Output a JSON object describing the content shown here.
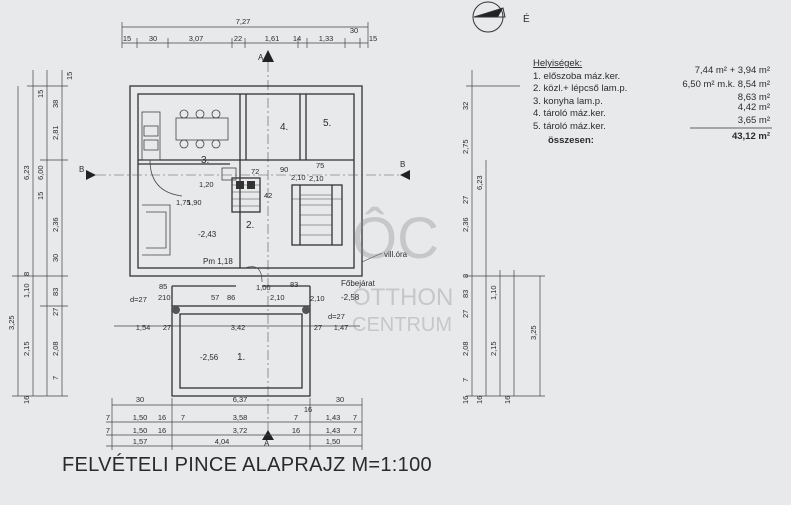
{
  "title": "FELVÉTELI PINCE ALAPRAJZ M=1:100",
  "north_label": "É",
  "watermark": {
    "brand": "ÔC",
    "line1": "OTTHON",
    "line2": "CENTRUM"
  },
  "legend": {
    "heading": "Helyiségek:",
    "rooms": [
      {
        "name": "1. előszoba máz.ker.",
        "area": "7,44 m² + 3,94 m²"
      },
      {
        "name": "2. közl.+ lépcső lam.p.",
        "area": "6,50 m² m.k. 8,54 m²"
      },
      {
        "name": "3. konyha lam.p.",
        "area": "8,63 m²"
      },
      {
        "name": "4. tároló máz.ker.",
        "area": "4,42 m²"
      },
      {
        "name": "5. tároló máz.ker.",
        "area": "3,65 m²"
      }
    ],
    "total_label": "összesen:",
    "total_value": "43,12 m²"
  },
  "rooms": {
    "r1": "1.",
    "r2": "2.",
    "r3": "3.",
    "r4": "4.",
    "r5": "5.",
    "lvl1": "-2,56",
    "lvl2": "-2,43",
    "lvl3": "-2,58",
    "pm": "Pm 1,18",
    "vill": "vill.óra",
    "main_entrance": "Főbejárat"
  },
  "section_marks": {
    "a": "A",
    "b": "B"
  },
  "top_dims": {
    "total": "7,27",
    "parts": [
      "15",
      "30",
      "3,07",
      "22",
      "1,61",
      "14",
      "1,33",
      "30",
      "15"
    ]
  },
  "bottom_dims": {
    "row1": [
      "30",
      "6,37",
      "30"
    ],
    "row2": [
      "7",
      "1,50",
      "16",
      "7",
      "3,58",
      "7",
      "16",
      "1,43",
      "7"
    ],
    "row3": [
      "7",
      "1,50",
      "16",
      "3,72",
      "16",
      "1,43",
      "7"
    ],
    "row4": [
      "1,57",
      "4,04",
      "1,50"
    ]
  },
  "inner_dims": {
    "mid_row": [
      "1,54",
      "27",
      "3,42",
      "27",
      "1,47"
    ],
    "d27": "d=27",
    "misc": [
      "85",
      "210",
      "57",
      "86",
      "1,00",
      "2,10",
      "83",
      "2,10",
      "72",
      "1,75",
      "1,90",
      "1,20",
      "42",
      "90",
      "2,10",
      "75",
      "2,10"
    ]
  },
  "left_dims": [
    "3,25",
    "6,23",
    "6,00",
    "2,81",
    "15",
    "38",
    "15",
    "2,36",
    "15",
    "30",
    "8",
    "1,10",
    "83",
    "27",
    "2,15",
    "2,08",
    "7",
    "16"
  ],
  "right_dims": [
    "32",
    "2,75",
    "6,23",
    "2,36",
    "27",
    "8",
    "1,10",
    "83",
    "27",
    "2,08",
    "2,15",
    "3,25",
    "7",
    "16",
    "16",
    "16"
  ]
}
